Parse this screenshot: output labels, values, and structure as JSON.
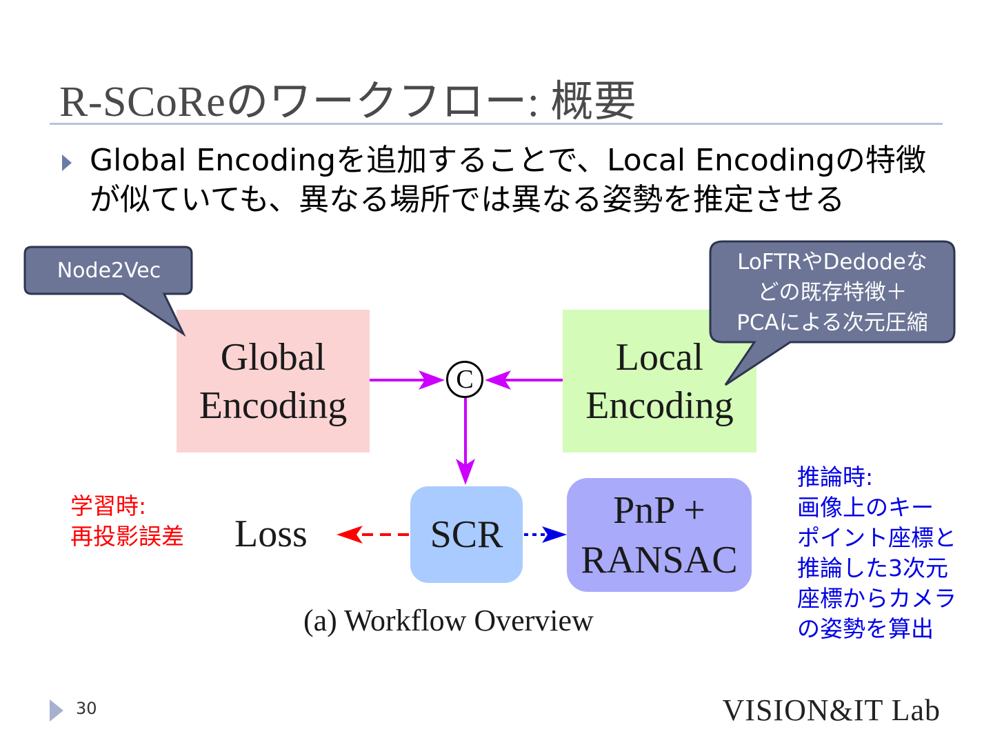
{
  "slide": {
    "title": "R-SCoReのワークフロー: 概要",
    "bullet": "Global Encodingを追加することで、Local Encodingの特徴が似ていても、異なる場所では異なる姿勢を推定させる",
    "page_number": "30",
    "lab_logo": "VISION&IT Lab"
  },
  "diagram": {
    "global_encoding": "Global\nEncoding",
    "local_encoding": "Local\nEncoding",
    "concat": "C",
    "scr": "SCR",
    "pnp_ransac": "PnP +\nRANSAC",
    "loss": "Loss",
    "caption": "(a) Workflow Overview"
  },
  "callouts": {
    "global": "Node2Vec",
    "local": "LoFTRやDedodeな\nどの既存特徴＋\nPCAによる次元圧縮"
  },
  "notes": {
    "training": "学習時:\n再投影誤差",
    "inference": "推論時:\n画像上のキー\nポイント座標と\n推論した3次元\n座標からカメラ\nの姿勢を算出"
  },
  "colors": {
    "title_rule": "#b7c3d9",
    "callout_fill": "#6c7596",
    "concat_arrows": "#cc00ff",
    "loss_arrow": "#ff0000",
    "pnp_arrow": "#0000e6",
    "global_box": "#fbd3d3",
    "local_box": "#d4fbb8",
    "scr_box": "#a9cbff",
    "pnp_box": "#aaaafb"
  }
}
